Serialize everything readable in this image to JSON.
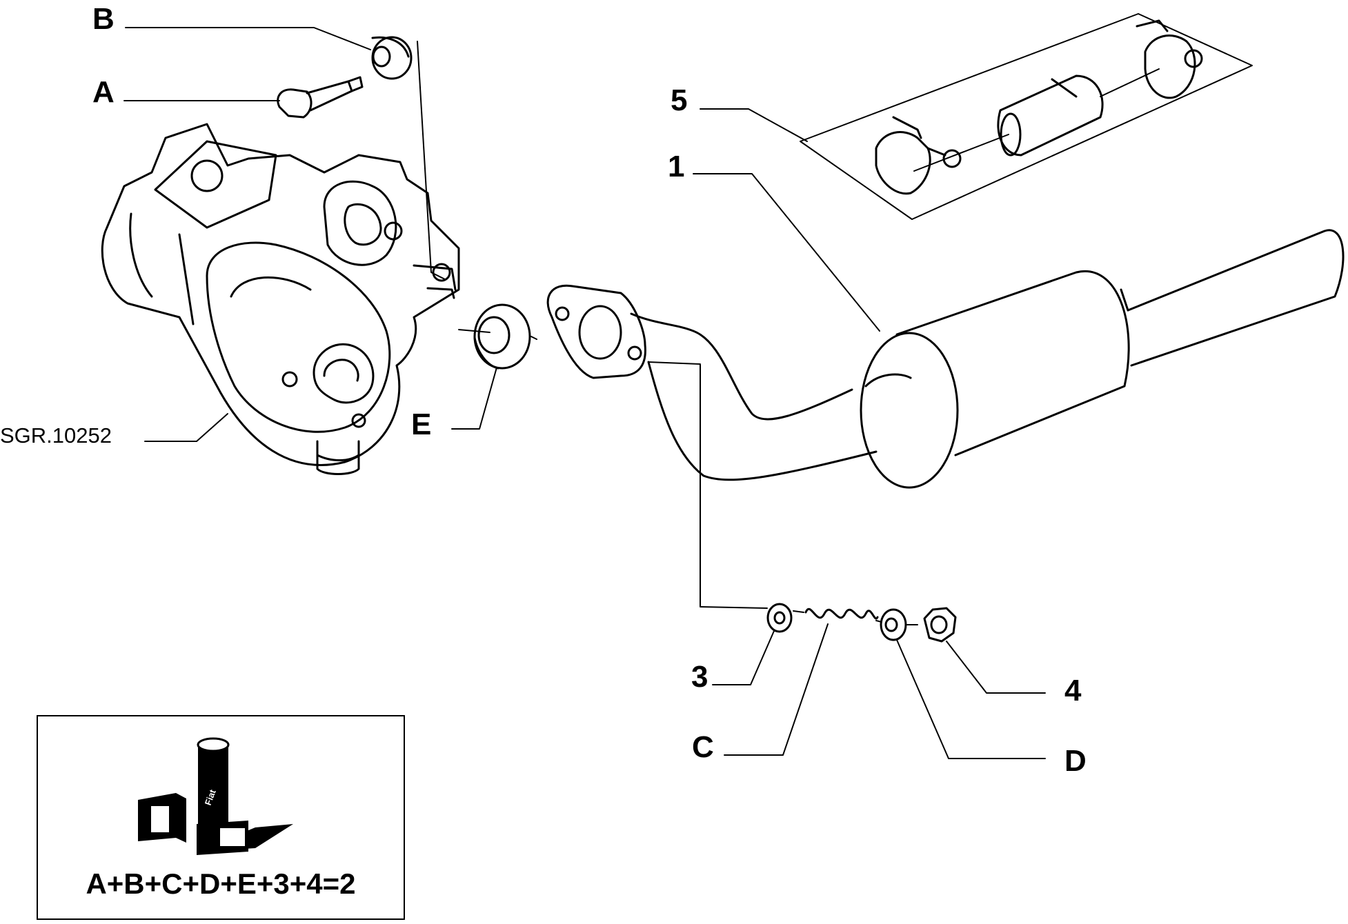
{
  "diagram": {
    "reference": "SGR.10252",
    "callouts": {
      "a": "A",
      "b": "B",
      "c": "C",
      "d": "D",
      "e": "E",
      "p1": "1",
      "p3": "3",
      "p4": "4",
      "p5": "5"
    },
    "kit": {
      "formula": "A+B+C+D+E+3+4=2",
      "pack_label": "Fiat"
    }
  }
}
